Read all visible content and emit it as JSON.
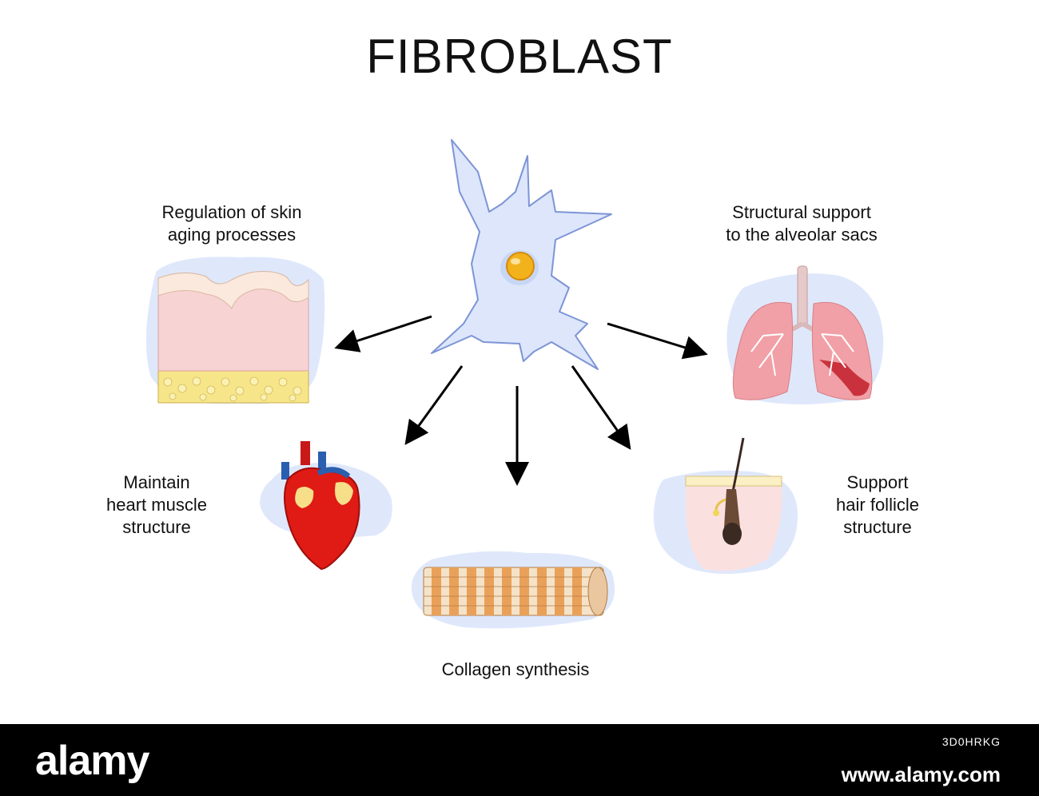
{
  "title": "FIBROBLAST",
  "labels": {
    "skin_aging": "Regulation of skin\naging processes",
    "alveolar": "Structural support\nto the alveolar sacs",
    "heart": "Maintain\nheart muscle\nstructure",
    "hair": "Support\nhair follicle\nstructure",
    "collagen": "Collagen synthesis"
  },
  "watermark": {
    "logo": "alamy",
    "image_id": "3D0HRKG",
    "url": "www.alamy.com"
  },
  "colors": {
    "cell_fill": "#dde6fb",
    "cell_stroke": "#7d94d6",
    "nucleus": "#f2b21c",
    "blob": "#dfe8fb",
    "arrow": "#000000",
    "heart_red": "#e01a14",
    "lung_pink": "#f0a0a6",
    "fat_yellow": "#f7e58a",
    "dermis_pink": "#f7d3d3",
    "collagen_orange": "#e9a15a"
  },
  "icons": [
    "fibroblast-cell-icon",
    "skin-layers-icon",
    "lungs-icon",
    "heart-icon",
    "hair-follicle-icon",
    "collagen-fiber-icon",
    "arrow-icon"
  ]
}
